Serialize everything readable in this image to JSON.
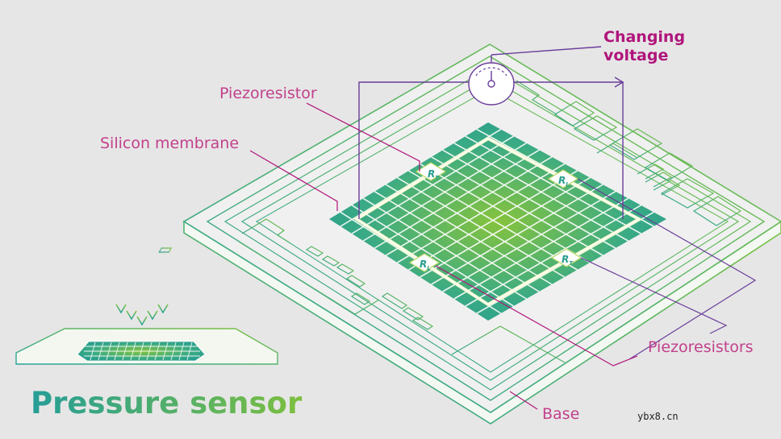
{
  "title": "Pressure sensor",
  "labels": {
    "changing_voltage_line1": "Changing",
    "changing_voltage_line2": "voltage",
    "piezoresistor": "Piezoresistor",
    "silicon_membrane": "Silicon membrane",
    "piezoresistors": "Piezoresistors",
    "base": "Base"
  },
  "resistors": {
    "rt_top": "R",
    "rt_top_sub": "T",
    "rl_right": "R",
    "rl_right_sub": "L",
    "rl_bottom": "R",
    "rl_bottom_sub": "L",
    "rt_bottom": "R",
    "rt_bottom_sub": "T"
  },
  "watermark": "ybx8.cn",
  "colors": {
    "background": "#e6e6e6",
    "green": "#79c143",
    "teal": "#2a9d8f",
    "magenta": "#b0157b",
    "purple": "#6a3d9a",
    "label_pink": "#c2408c"
  }
}
